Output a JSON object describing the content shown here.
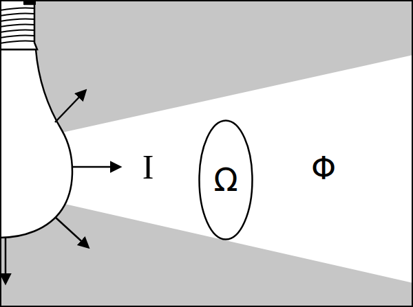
{
  "diagram": {
    "nodes": [
      {
        "text": [
          "Ω"
        ]
      }
    ],
    "labels": [
      "I",
      "Φ"
    ]
  }
}
